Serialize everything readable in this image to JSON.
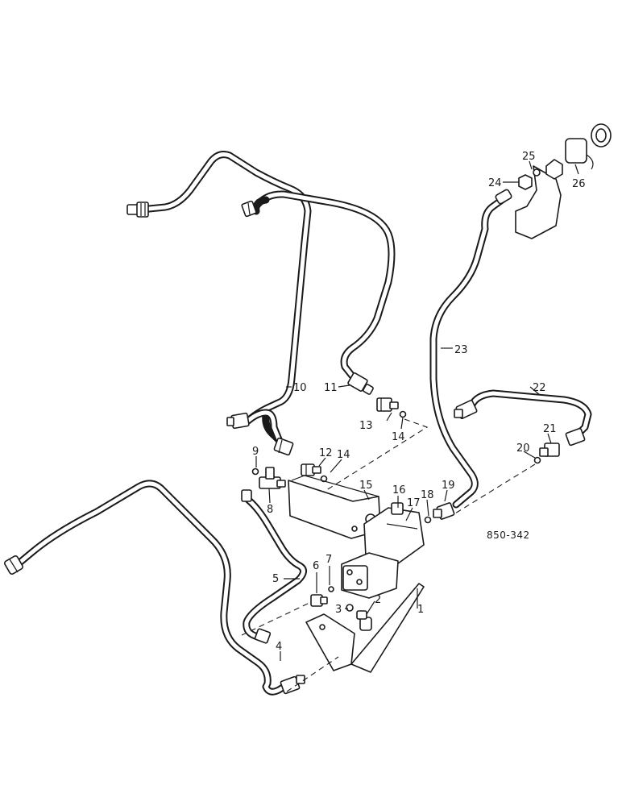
{
  "diagram": {
    "reference_code": "850-342",
    "callouts": {
      "c1": "1",
      "c2": "2",
      "c3": "3",
      "c4": "4",
      "c5": "5",
      "c6": "6",
      "c7": "7",
      "c8": "8",
      "c9": "9",
      "c10": "10",
      "c11": "11",
      "c12": "12",
      "c13": "13",
      "c14a": "14",
      "c14b": "14",
      "c15": "15",
      "c16": "16",
      "c17": "17",
      "c18": "18",
      "c19": "19",
      "c20": "20",
      "c21": "21",
      "c22": "22",
      "c23": "23",
      "c24": "24",
      "c25": "25",
      "c26": "26"
    }
  }
}
